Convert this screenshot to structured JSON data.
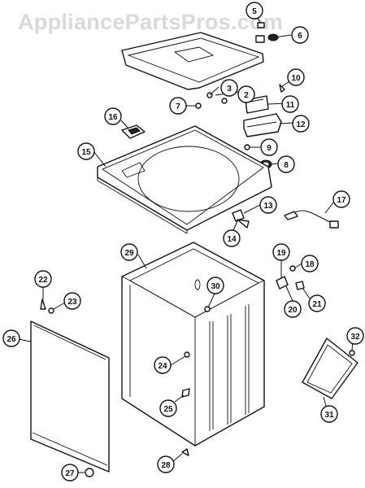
{
  "watermark": "AppliancePartsPros.com",
  "callouts": [
    "2",
    "3",
    "5",
    "6",
    "7",
    "8",
    "9",
    "10",
    "11",
    "12",
    "13",
    "14",
    "15",
    "16",
    "17",
    "18",
    "19",
    "20",
    "21",
    "22",
    "23",
    "24",
    "25",
    "26",
    "27",
    "28",
    "29",
    "30",
    "31",
    "32"
  ]
}
